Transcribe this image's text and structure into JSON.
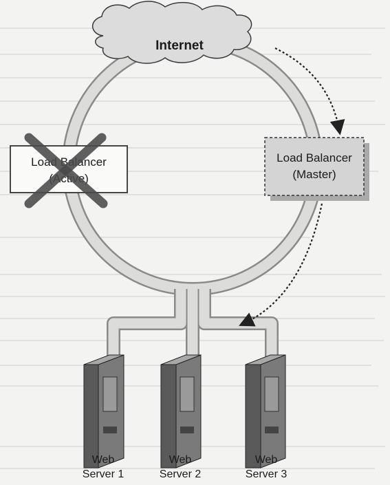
{
  "diagram": {
    "cloud_label": "Internet",
    "lb_failed": {
      "line1": "Load Balancer",
      "line2": "(Active)",
      "status": "failed"
    },
    "lb_master": {
      "line1": "Load Balancer",
      "line2": "(Master)"
    },
    "servers": [
      {
        "line1": "Web",
        "line2": "Server 1"
      },
      {
        "line1": "Web",
        "line2": "Server 2"
      },
      {
        "line1": "Web",
        "line2": "Server 3"
      }
    ]
  }
}
